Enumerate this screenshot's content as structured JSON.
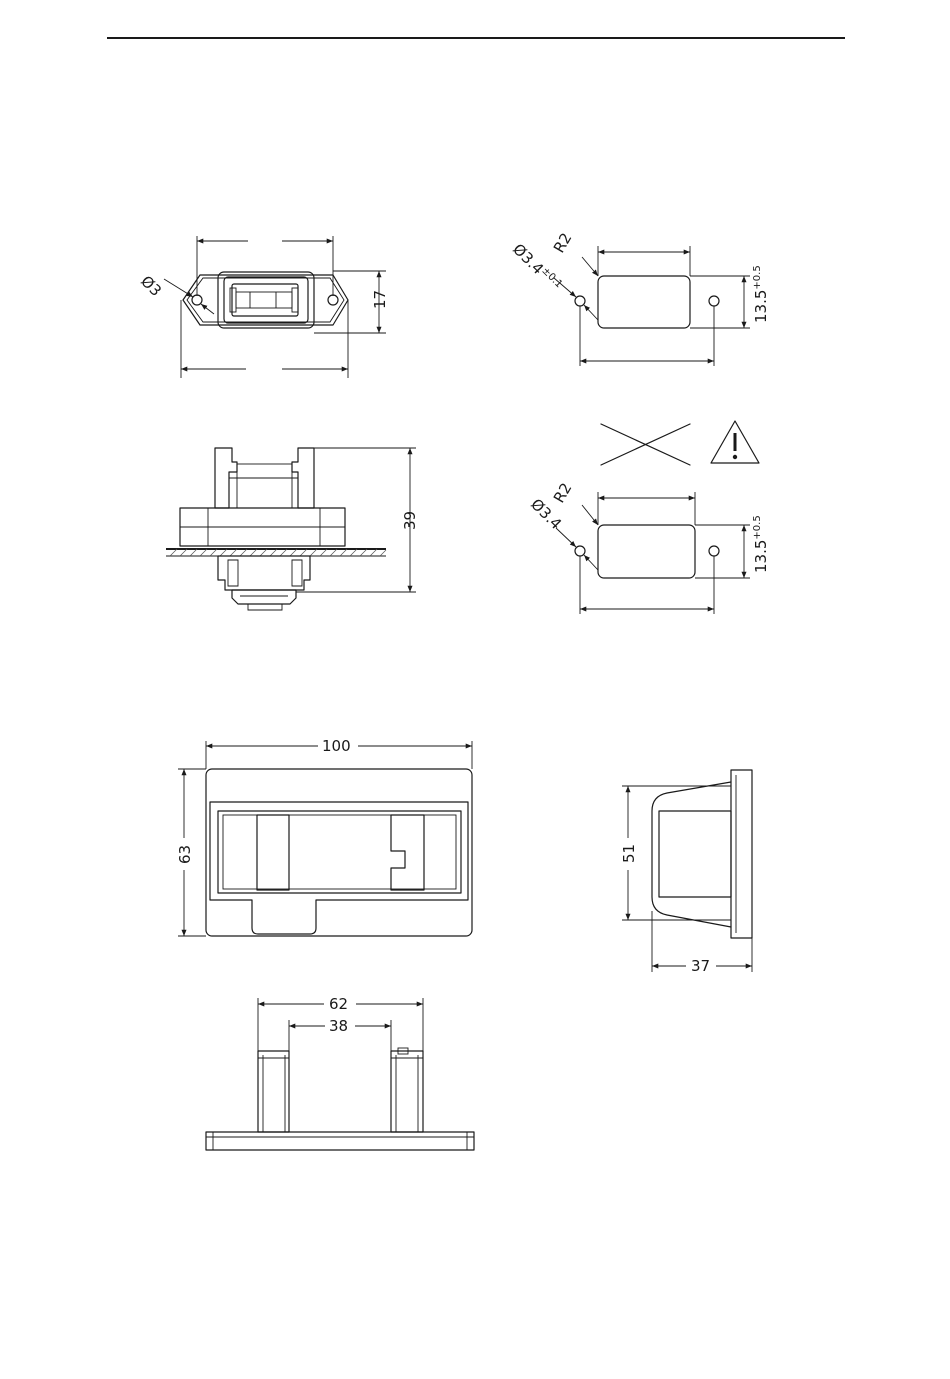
{
  "dimensions": {
    "front_hole_diameter": "Ø3",
    "front_height": "17",
    "cutout1_hole": "Ø3.4",
    "cutout1_hole_tolerance": "±0.1",
    "cutout1_radius": "R2",
    "cutout1_height": "13.5",
    "cutout1_height_tolerance": "+0.5",
    "side_height": "39",
    "cutout2_hole": "Ø3.4",
    "cutout2_radius": "R2",
    "cutout2_height": "13.5",
    "cutout2_height_tolerance": "+0.5",
    "cover_width": "100",
    "cover_height": "63",
    "cover_side_height": "51",
    "cover_side_depth": "37",
    "bottom_outer": "62",
    "bottom_inner": "38"
  },
  "icons": {
    "warning": "warning-triangle-icon",
    "not_allowed": "cross-mark-icon"
  }
}
